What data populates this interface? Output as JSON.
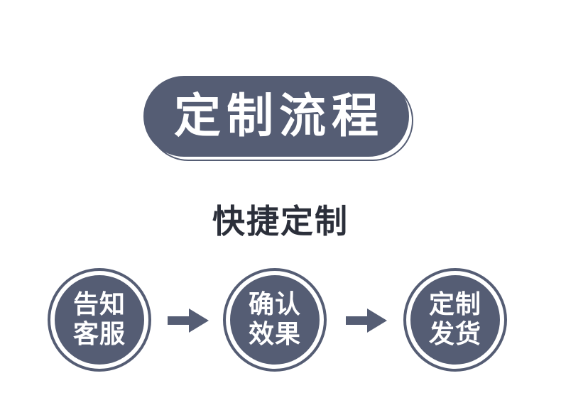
{
  "title": "定制流程",
  "subtitle": "快捷定制",
  "steps": [
    {
      "line1": "告知",
      "line2": "客服"
    },
    {
      "line1": "确认",
      "line2": "效果"
    },
    {
      "line1": "定制",
      "line2": "发货"
    }
  ],
  "colors": {
    "primary": "#555d74",
    "subtitle_text": "#2b2f3a",
    "background": "#ffffff"
  }
}
